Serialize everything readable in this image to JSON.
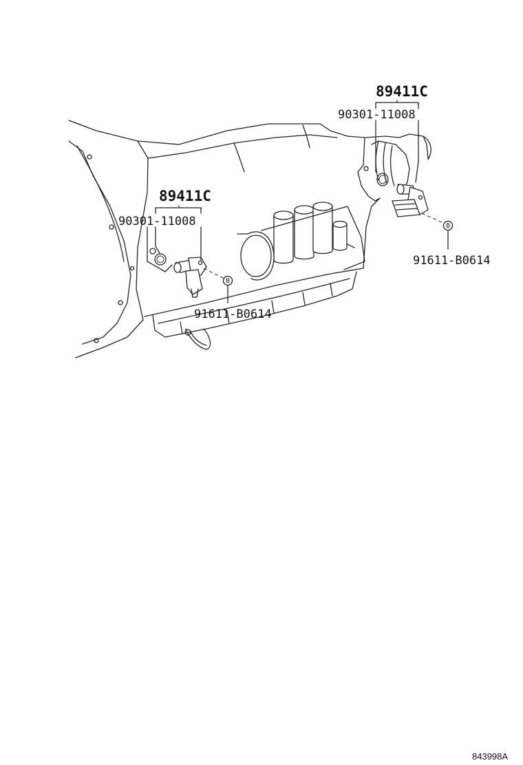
{
  "diagram": {
    "labels": {
      "assembly_right": "89411C",
      "oring_right": "90301-11008",
      "bolt_right": "91611-B0614",
      "assembly_left": "89411C",
      "oring_left": "90301-11008",
      "bolt_left": "91611-B0614",
      "callout_letter_right": "B",
      "callout_letter_left": "B"
    },
    "reference_code": "843998A"
  }
}
